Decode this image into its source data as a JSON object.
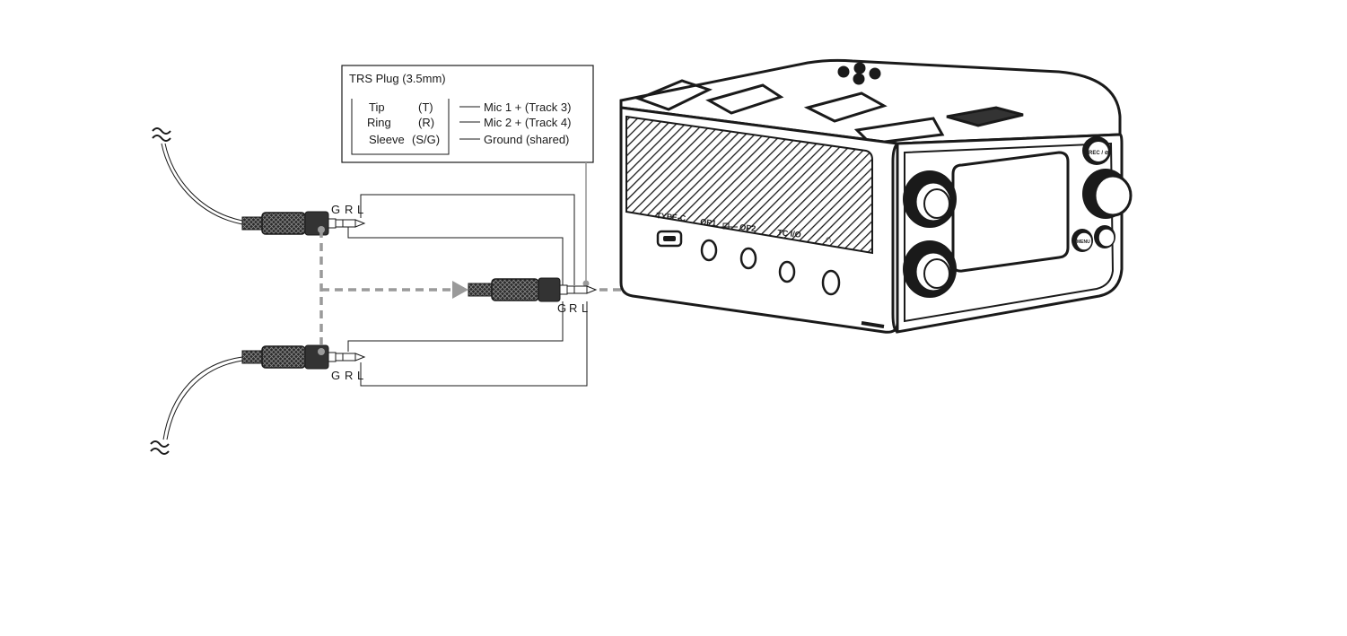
{
  "legend": {
    "title": "TRS Plug (3.5mm)",
    "rows": [
      {
        "name": "Tip",
        "code": "(T)",
        "desc": "Mic 1 + (Track 3)"
      },
      {
        "name": "Ring",
        "code": "(R)",
        "desc": "Mic 2 + (Track 4)"
      },
      {
        "name": "Sleeve",
        "code": "(S/G)",
        "desc": "Ground (shared)"
      }
    ]
  },
  "plug_labels": {
    "g": "G",
    "r": "R",
    "l": "L"
  },
  "device": {
    "ports": [
      "TYPE-C",
      "OP1",
      "OP2",
      "TC I/O",
      "∩"
    ],
    "buttons": [
      "REC / ⊘",
      "MENU"
    ]
  },
  "colors": {
    "line": "#1a1a1a",
    "dashed": "#9a9a9a",
    "accent": "#2b2b2b"
  }
}
